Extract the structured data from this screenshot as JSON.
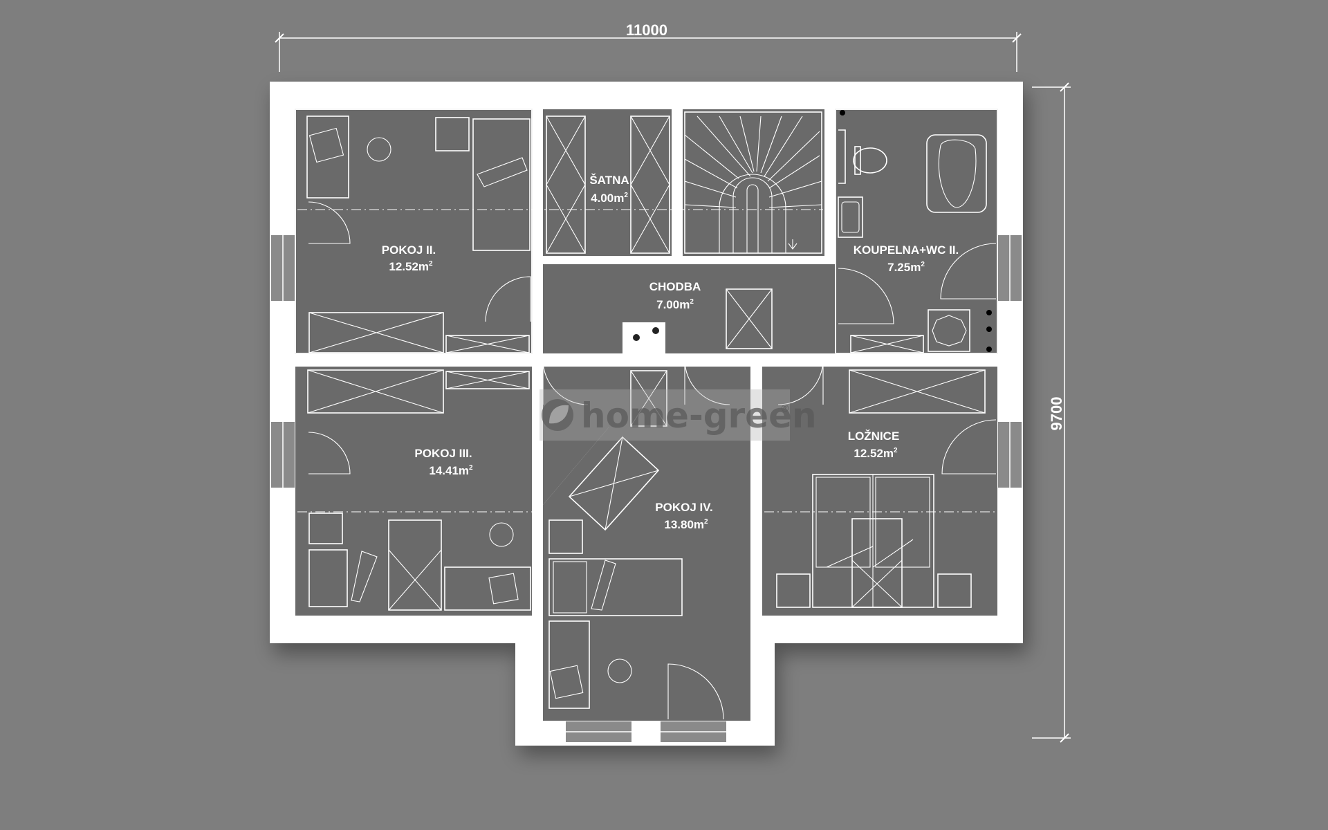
{
  "colors": {
    "background": "#7e7e7e",
    "floor": "#6a6a6a",
    "wall": "#ffffff",
    "line": "#ffffff"
  },
  "dimensions": {
    "width_label": "11000",
    "height_label": "9700"
  },
  "rooms": [
    {
      "id": "pokoj-ii",
      "name": "POKOJ II.",
      "area_value": "12.52m",
      "area_unit_sup": "2"
    },
    {
      "id": "satna",
      "name": "ŠATNA",
      "area_value": "4.00m",
      "area_unit_sup": "2"
    },
    {
      "id": "chodba",
      "name": "CHODBA",
      "area_value": "7.00m",
      "area_unit_sup": "2"
    },
    {
      "id": "koupelna",
      "name": "KOUPELNA+WC II.",
      "area_value": "7.25m",
      "area_unit_sup": "2"
    },
    {
      "id": "pokoj-iii",
      "name": "POKOJ III.",
      "area_value": "14.41m",
      "area_unit_sup": "2"
    },
    {
      "id": "pokoj-iv",
      "name": "POKOJ IV.",
      "area_value": "13.80m",
      "area_unit_sup": "2"
    },
    {
      "id": "loznice",
      "name": "LOŽNICE",
      "area_value": "12.52m",
      "area_unit_sup": "2"
    }
  ],
  "watermark": {
    "logo_text": "home-green",
    "mark": "®",
    "icon": "leaf-icon"
  }
}
